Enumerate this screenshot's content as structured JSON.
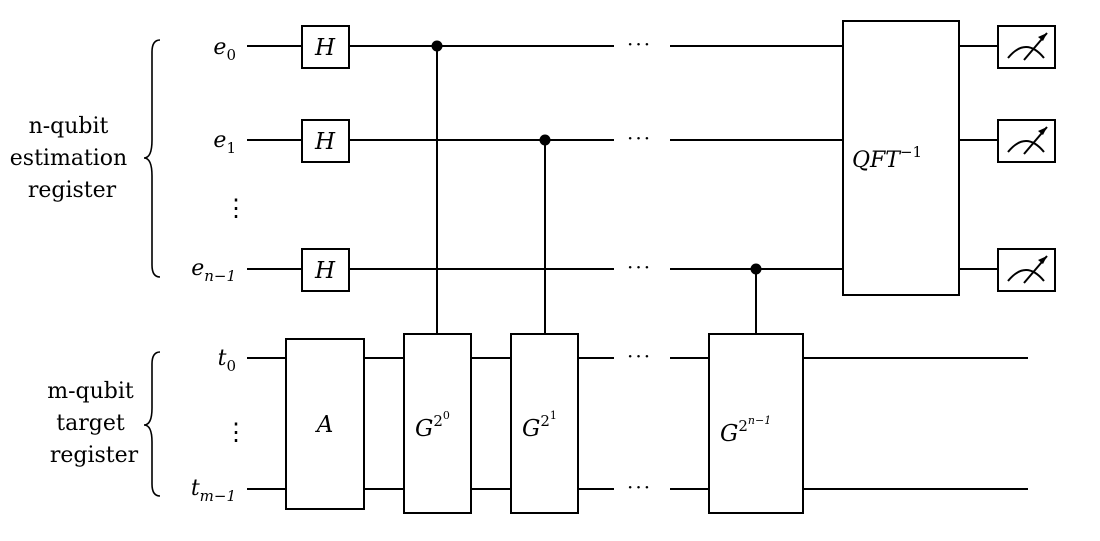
{
  "register_labels": {
    "estimation": [
      "n-qubit",
      "estimation",
      "register"
    ],
    "target": [
      "m-qubit",
      "target",
      "register"
    ]
  },
  "wire_labels": {
    "e0": {
      "base": "e",
      "sub": "0"
    },
    "e1": {
      "base": "e",
      "sub": "1"
    },
    "en1": {
      "base": "e",
      "sub": "n−1"
    },
    "t0": {
      "base": "t",
      "sub": "0"
    },
    "tm1": {
      "base": "t",
      "sub": "m−1"
    },
    "vdots": "⋮"
  },
  "gates": {
    "hadamard": "H",
    "state_prep": "A",
    "grover_base": "G",
    "g0_exp": "2",
    "g0_sup": "0",
    "g1_exp": "2",
    "g1_sup": "1",
    "gn_exp": "2",
    "gn_sup": "n−1",
    "qft_base": "QFT",
    "qft_sup": "−1"
  },
  "ellipsis": "···"
}
